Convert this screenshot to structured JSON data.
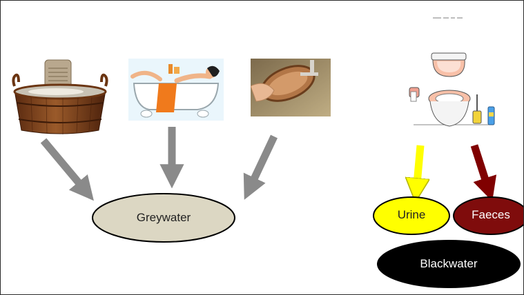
{
  "nodes": {
    "greywater": {
      "label": "Greywater",
      "fill": "#dcd7c3",
      "text_color": "#222222"
    },
    "urine": {
      "label": "Urine",
      "fill": "#ffff00",
      "text_color": "#222222"
    },
    "faeces": {
      "label": "Faeces",
      "fill": "#7f0c0c",
      "text_color": "#ffffff"
    },
    "blackwater": {
      "label": "Blackwater",
      "fill": "#000000",
      "text_color": "#ffffff"
    }
  },
  "images": [
    {
      "name": "wooden-washtub-image",
      "icon": "washtub-with-washboard"
    },
    {
      "name": "bathtub-image",
      "icon": "person-in-bathtub"
    },
    {
      "name": "dishwashing-image",
      "icon": "hand-washing-pan"
    },
    {
      "name": "toilet-image",
      "icon": "toilet-with-brush-and-paper"
    }
  ],
  "colors": {
    "grey_arrow": "#8a8a8a",
    "urine_arrow": "#ffff00",
    "faeces_arrow": "#800000",
    "border": "#2a2a2a"
  }
}
